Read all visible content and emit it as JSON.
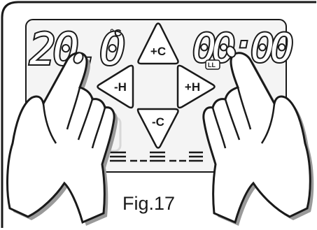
{
  "display": {
    "temperature_value": "20.0",
    "temperature_unit": "°C",
    "clock_value": "00:00",
    "lock_indicator": "LL"
  },
  "buttons": {
    "temp_up": "+C",
    "temp_down": "-C",
    "hour_down": "-H",
    "hour_up": "+H"
  },
  "figure": {
    "caption": "Fig.17"
  },
  "colors": {
    "outline": "#1a1a1a",
    "panel_fill": "#f4f4f4",
    "button_fill": "#ffffff",
    "hand_fill": "#ffffff",
    "hand_shadow": "#9a9a9a",
    "faint_icon": "#d8d8d8"
  },
  "icons": [
    "hand-left-icon",
    "hand-right-icon",
    "arrow-up-button",
    "arrow-down-button",
    "arrow-left-button",
    "arrow-right-button"
  ]
}
